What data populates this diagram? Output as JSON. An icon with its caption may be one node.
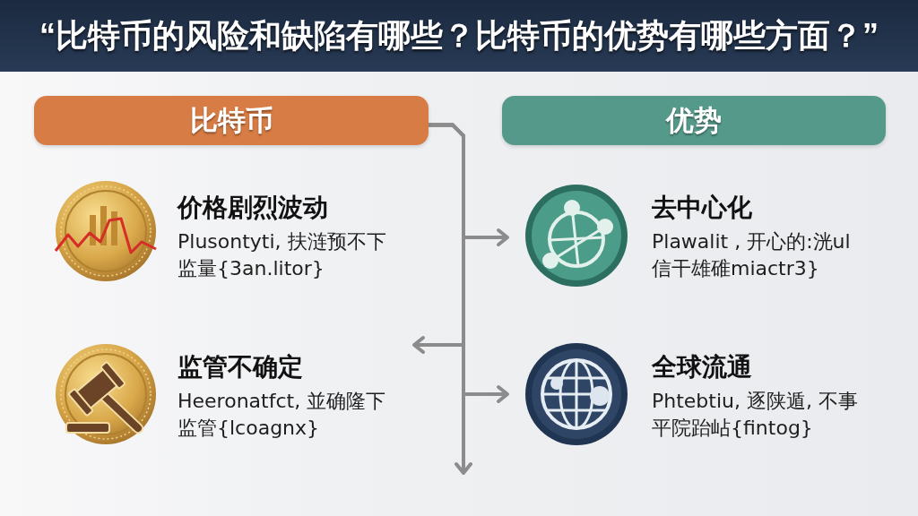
{
  "diagram": {
    "title": "“比特币的风险和缺陷有哪些？比特币的优势有哪些方面？”",
    "nodes": [
      {
        "text": [
          "比特币"
        ]
      },
      {
        "text": [
          "优势"
        ]
      },
      {
        "text": [
          "价格剧烈波动",
          "Plusontyti, 扶涟预不下监量{3an.litor}"
        ]
      },
      {
        "text": [
          "去中心化",
          "Plawalit , 开心的:洸ul 信干雄碓miactr3}"
        ]
      },
      {
        "text": [
          "监管不确定",
          "Heeronatfct, 並确隆下监管{lcoagnx}"
        ]
      },
      {
        "text": [
          "全球流通",
          "Phtebtiu, 逐陕遁, 不事平院跆岾{fintog}"
        ]
      }
    ],
    "edges": [
      {
        "from": 0,
        "to": null,
        "arrow": "to"
      },
      {
        "from": 0,
        "to": 3,
        "arrow": "to"
      },
      {
        "from": 0,
        "to": 4,
        "arrow": "to"
      },
      {
        "from": 0,
        "to": 5,
        "arrow": "to"
      }
    ]
  }
}
